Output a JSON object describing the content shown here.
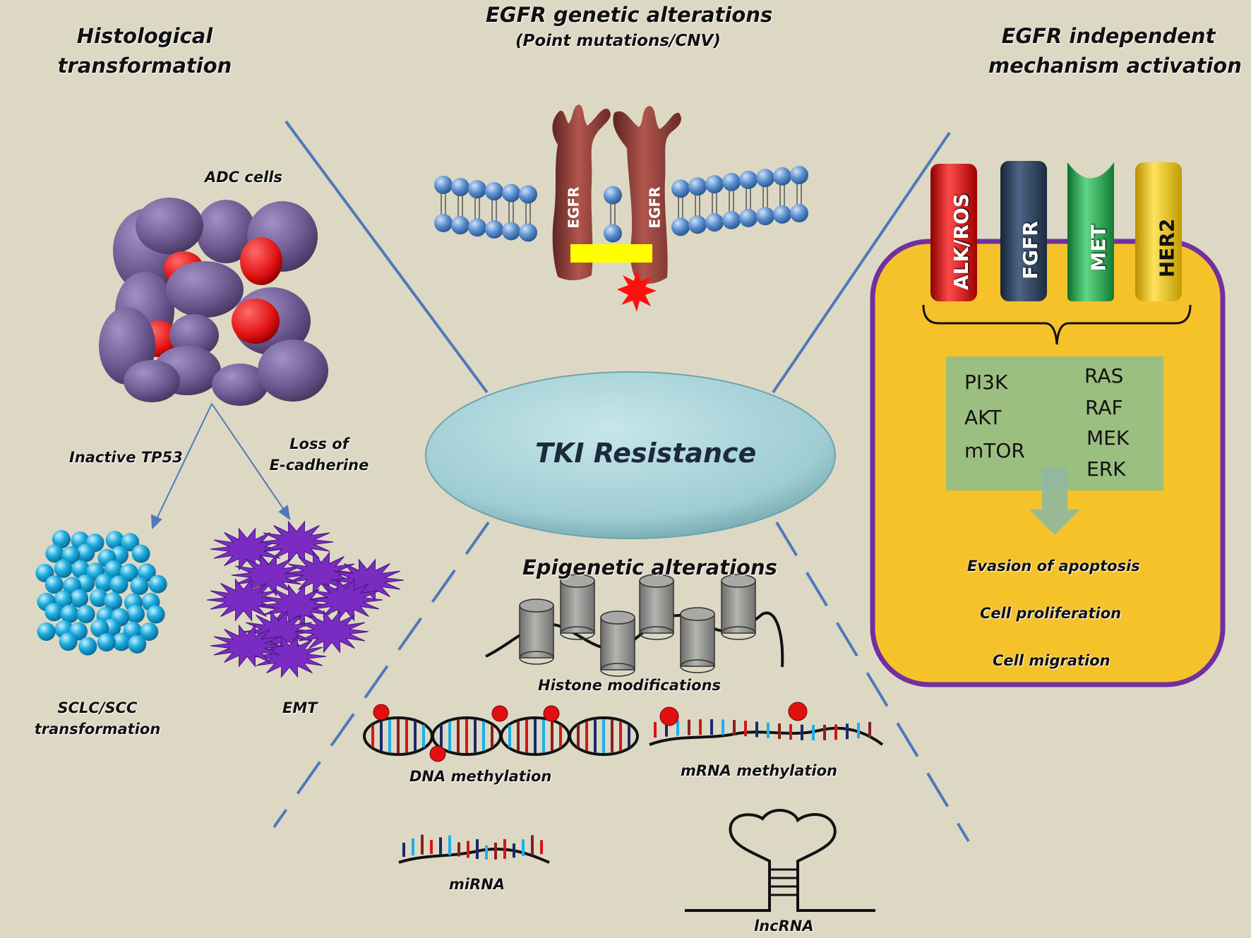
{
  "center": {
    "label": "TKI Resistance"
  },
  "sections": {
    "histological": {
      "title_line1": "Histological",
      "title_line2": "transformation",
      "adc_cells": "ADC cells",
      "branch_left": "Inactive TP53",
      "branch_right_line1": "Loss of",
      "branch_right_line2": "E-cadherine",
      "outcome_left_line1": "SCLC/SCC",
      "outcome_left_line2": "transformation",
      "outcome_right": "EMT"
    },
    "egfr_genetic": {
      "title": "EGFR genetic alterations",
      "subtitle": "(Point mutations/CNV)",
      "receptor_label": "EGFR"
    },
    "egfr_independent": {
      "title_line1": "EGFR independent",
      "title_line2": "mechanism activation",
      "receptors": [
        "ALK/ROS",
        "FGFR",
        "MET",
        "HER2"
      ],
      "pathway_left": [
        "PI3K",
        "AKT",
        "mTOR"
      ],
      "pathway_right": [
        "RAS",
        "RAF",
        "MEK",
        "ERK"
      ],
      "outcomes": [
        "Evasion of apoptosis",
        "Cell proliferation",
        "Cell migration"
      ]
    },
    "epigenetic": {
      "title": "Epigenetic alterations",
      "histone": "Histone modifications",
      "dna_methylation": "DNA methylation",
      "mrna_methylation": "mRNA methylation",
      "mirna": "miRNA",
      "lncrna": "lncRNA"
    }
  },
  "colors": {
    "background": "#ddd8c4",
    "divider": "#4f79b8",
    "center_ellipse": "#9fcdd3",
    "adc_cell": "#6e5b93",
    "adc_nucleus": "#e01010",
    "sclc_sphere": "#1eaee0",
    "emt_cell": "#7a2cc2",
    "egfr_receptor": "#8c3a34",
    "membrane_bead": "#5b8fd0",
    "kinase_domain": "#ffff00",
    "mutation_star": "#ff1010",
    "alk_ros": "#e01818",
    "fgfr": "#2b3f5c",
    "met": "#22b14c",
    "her2": "#f2c500",
    "cell_fill": "#f6c22a",
    "cell_border": "#7030a0",
    "pathway_box": "#9bbf80"
  }
}
